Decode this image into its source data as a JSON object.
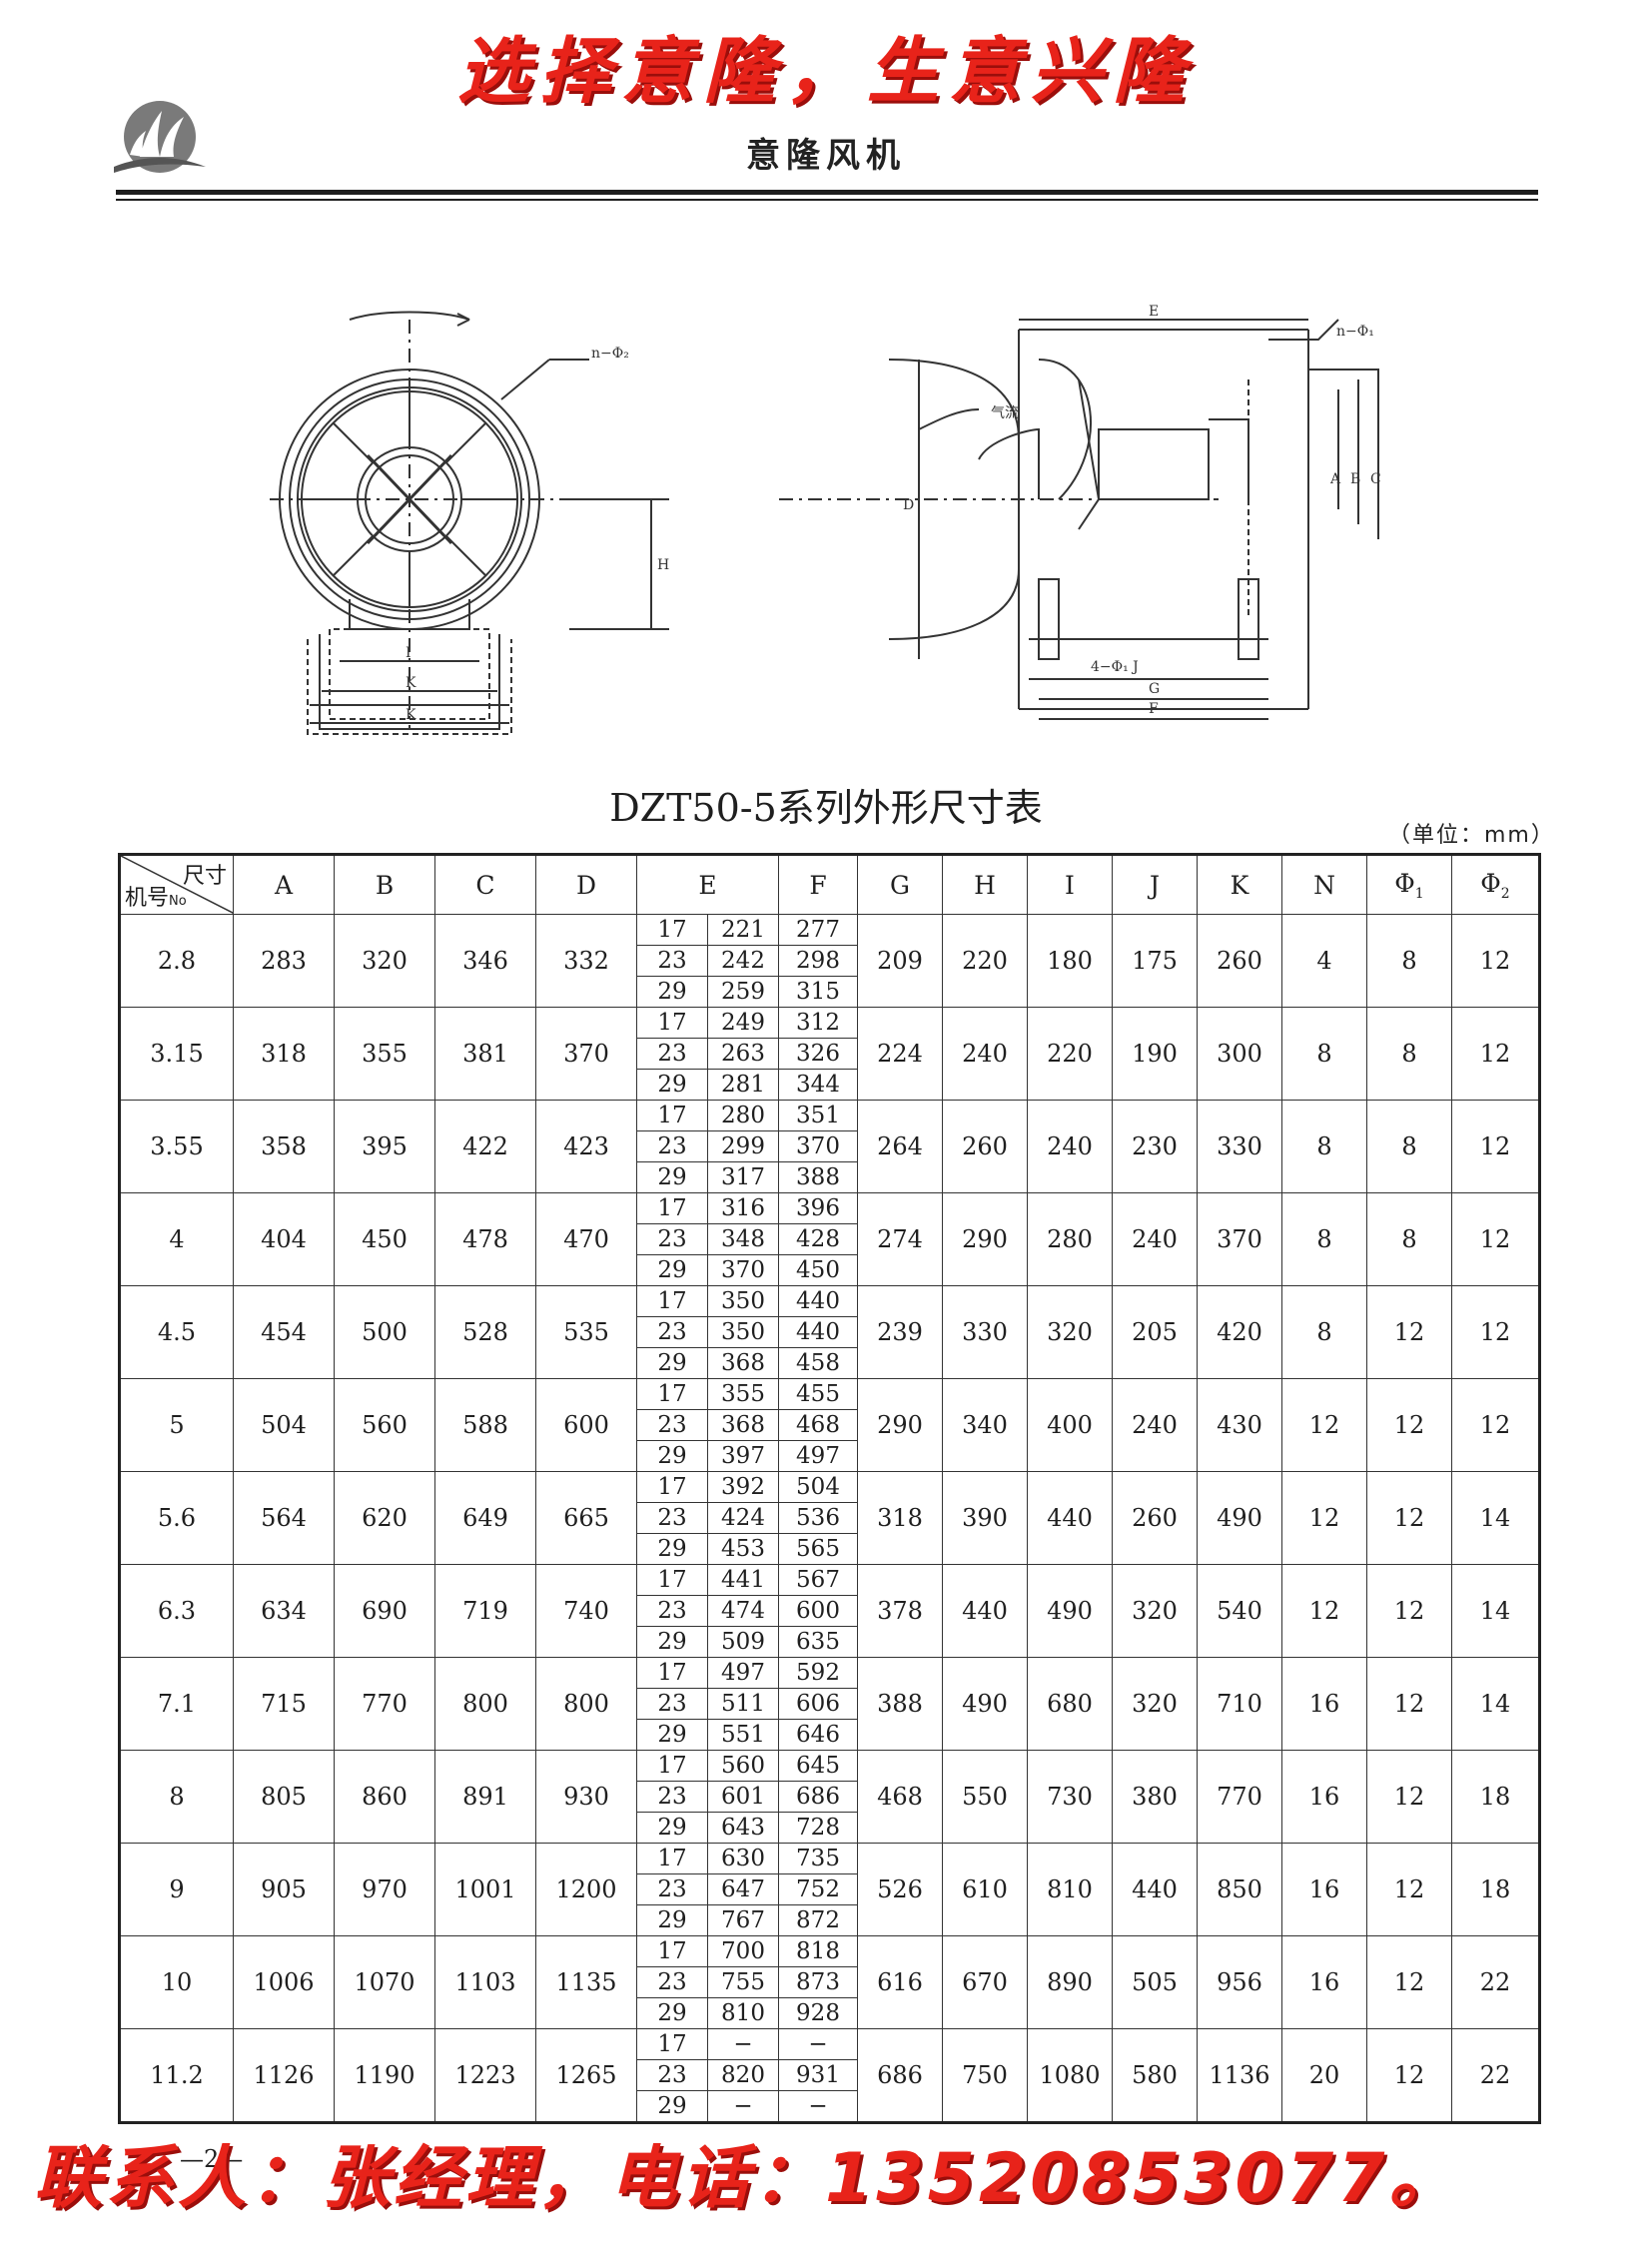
{
  "header": {
    "slogan": "选择意隆，生意兴隆",
    "brand": "意隆风机"
  },
  "table": {
    "title": "DZT50-5系列外形尺寸表",
    "unit": "（单位：mm）",
    "corner_top": "尺寸",
    "corner_bottom": "机号",
    "corner_bottom_small": "No",
    "columns": [
      "A",
      "B",
      "C",
      "D",
      "E",
      "F",
      "G",
      "H",
      "I",
      "J",
      "K",
      "N",
      "Φ",
      "Φ"
    ],
    "phi_subs": [
      "1",
      "2"
    ],
    "rows": [
      {
        "no": "2.8",
        "A": "283",
        "B": "320",
        "C": "346",
        "D": "332",
        "sub": [
          [
            "17",
            "221",
            "277"
          ],
          [
            "23",
            "242",
            "298"
          ],
          [
            "29",
            "259",
            "315"
          ]
        ],
        "G": "209",
        "H": "220",
        "I": "180",
        "J": "175",
        "K": "260",
        "N": "4",
        "P1": "8",
        "P2": "12"
      },
      {
        "no": "3.15",
        "A": "318",
        "B": "355",
        "C": "381",
        "D": "370",
        "sub": [
          [
            "17",
            "249",
            "312"
          ],
          [
            "23",
            "263",
            "326"
          ],
          [
            "29",
            "281",
            "344"
          ]
        ],
        "G": "224",
        "H": "240",
        "I": "220",
        "J": "190",
        "K": "300",
        "N": "8",
        "P1": "8",
        "P2": "12"
      },
      {
        "no": "3.55",
        "A": "358",
        "B": "395",
        "C": "422",
        "D": "423",
        "sub": [
          [
            "17",
            "280",
            "351"
          ],
          [
            "23",
            "299",
            "370"
          ],
          [
            "29",
            "317",
            "388"
          ]
        ],
        "G": "264",
        "H": "260",
        "I": "240",
        "J": "230",
        "K": "330",
        "N": "8",
        "P1": "8",
        "P2": "12"
      },
      {
        "no": "4",
        "A": "404",
        "B": "450",
        "C": "478",
        "D": "470",
        "sub": [
          [
            "17",
            "316",
            "396"
          ],
          [
            "23",
            "348",
            "428"
          ],
          [
            "29",
            "370",
            "450"
          ]
        ],
        "G": "274",
        "H": "290",
        "I": "280",
        "J": "240",
        "K": "370",
        "N": "8",
        "P1": "8",
        "P2": "12"
      },
      {
        "no": "4.5",
        "A": "454",
        "B": "500",
        "C": "528",
        "D": "535",
        "sub": [
          [
            "17",
            "350",
            "440"
          ],
          [
            "23",
            "350",
            "440"
          ],
          [
            "29",
            "368",
            "458"
          ]
        ],
        "G": "239",
        "H": "330",
        "I": "320",
        "J": "205",
        "K": "420",
        "N": "8",
        "P1": "12",
        "P2": "12"
      },
      {
        "no": "5",
        "A": "504",
        "B": "560",
        "C": "588",
        "D": "600",
        "sub": [
          [
            "17",
            "355",
            "455"
          ],
          [
            "23",
            "368",
            "468"
          ],
          [
            "29",
            "397",
            "497"
          ]
        ],
        "G": "290",
        "H": "340",
        "I": "400",
        "J": "240",
        "K": "430",
        "N": "12",
        "P1": "12",
        "P2": "12"
      },
      {
        "no": "5.6",
        "A": "564",
        "B": "620",
        "C": "649",
        "D": "665",
        "sub": [
          [
            "17",
            "392",
            "504"
          ],
          [
            "23",
            "424",
            "536"
          ],
          [
            "29",
            "453",
            "565"
          ]
        ],
        "G": "318",
        "H": "390",
        "I": "440",
        "J": "260",
        "K": "490",
        "N": "12",
        "P1": "12",
        "P2": "14"
      },
      {
        "no": "6.3",
        "A": "634",
        "B": "690",
        "C": "719",
        "D": "740",
        "sub": [
          [
            "17",
            "441",
            "567"
          ],
          [
            "23",
            "474",
            "600"
          ],
          [
            "29",
            "509",
            "635"
          ]
        ],
        "G": "378",
        "H": "440",
        "I": "490",
        "J": "320",
        "K": "540",
        "N": "12",
        "P1": "12",
        "P2": "14"
      },
      {
        "no": "7.1",
        "A": "715",
        "B": "770",
        "C": "800",
        "D": "800",
        "sub": [
          [
            "17",
            "497",
            "592"
          ],
          [
            "23",
            "511",
            "606"
          ],
          [
            "29",
            "551",
            "646"
          ]
        ],
        "G": "388",
        "H": "490",
        "I": "680",
        "J": "320",
        "K": "710",
        "N": "16",
        "P1": "12",
        "P2": "14"
      },
      {
        "no": "8",
        "A": "805",
        "B": "860",
        "C": "891",
        "D": "930",
        "sub": [
          [
            "17",
            "560",
            "645"
          ],
          [
            "23",
            "601",
            "686"
          ],
          [
            "29",
            "643",
            "728"
          ]
        ],
        "G": "468",
        "H": "550",
        "I": "730",
        "J": "380",
        "K": "770",
        "N": "16",
        "P1": "12",
        "P2": "18"
      },
      {
        "no": "9",
        "A": "905",
        "B": "970",
        "C": "1001",
        "D": "1200",
        "sub": [
          [
            "17",
            "630",
            "735"
          ],
          [
            "23",
            "647",
            "752"
          ],
          [
            "29",
            "767",
            "872"
          ]
        ],
        "G": "526",
        "H": "610",
        "I": "810",
        "J": "440",
        "K": "850",
        "N": "16",
        "P1": "12",
        "P2": "18"
      },
      {
        "no": "10",
        "A": "1006",
        "B": "1070",
        "C": "1103",
        "D": "1135",
        "sub": [
          [
            "17",
            "700",
            "818"
          ],
          [
            "23",
            "755",
            "873"
          ],
          [
            "29",
            "810",
            "928"
          ]
        ],
        "G": "616",
        "H": "670",
        "I": "890",
        "J": "505",
        "K": "956",
        "N": "16",
        "P1": "12",
        "P2": "22"
      },
      {
        "no": "11.2",
        "A": "1126",
        "B": "1190",
        "C": "1223",
        "D": "1265",
        "sub": [
          [
            "17",
            "−",
            "−"
          ],
          [
            "23",
            "820",
            "931"
          ],
          [
            "29",
            "−",
            "−"
          ]
        ],
        "G": "686",
        "H": "750",
        "I": "1080",
        "J": "580",
        "K": "1136",
        "N": "20",
        "P1": "12",
        "P2": "22"
      }
    ]
  },
  "drawing_labels": {
    "front": {
      "hole": "n−Φ₂",
      "H": "H",
      "I": "I",
      "K1": "K",
      "K2": "K"
    },
    "side": {
      "E": "E",
      "hole": "n−Φ₁",
      "flow": "气流",
      "D": "D",
      "A": "A",
      "B": "B",
      "C": "C",
      "J": "4−Φ₁ J",
      "G": "G",
      "F": "F"
    }
  },
  "footer": {
    "page": "—2—",
    "contact": "联系人：张经理，电话：13520853077。"
  }
}
